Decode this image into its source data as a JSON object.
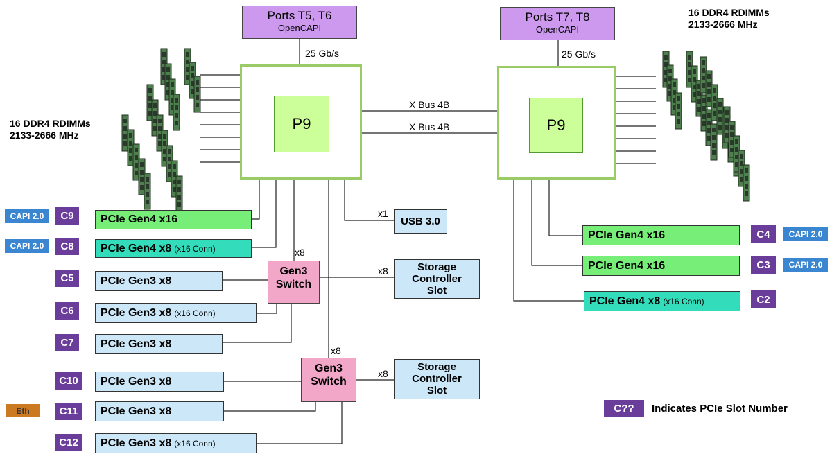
{
  "ports": [
    {
      "title": "Ports T5, T6",
      "sub": "OpenCAPI"
    },
    {
      "title": "Ports T7, T8",
      "sub": "OpenCAPI"
    }
  ],
  "link_speed": [
    "25 Gb/s",
    "25 Gb/s"
  ],
  "cpus": [
    "P9",
    "P9"
  ],
  "xbus": [
    "X Bus 4B",
    "X Bus 4B"
  ],
  "memory": {
    "left": [
      "16 DDR4 RDIMMs",
      "2133-2666 MHz"
    ],
    "right": [
      "16 DDR4 RDIMMs",
      "2133-2666 MHz"
    ]
  },
  "slots": [
    {
      "id": "C9",
      "label": "PCIe Gen4 x16",
      "sub": "",
      "tag": "CAPI 2.0"
    },
    {
      "id": "C8",
      "label": "PCIe Gen4 x8",
      "sub": "(x16 Conn)",
      "tag": "CAPI 2.0"
    },
    {
      "id": "C5",
      "label": "PCIe Gen3 x8",
      "sub": "",
      "tag": ""
    },
    {
      "id": "C6",
      "label": "PCIe Gen3 x8",
      "sub": "(x16 Conn)",
      "tag": ""
    },
    {
      "id": "C7",
      "label": "PCIe Gen3 x8",
      "sub": "",
      "tag": ""
    },
    {
      "id": "C10",
      "label": "PCIe Gen3 x8",
      "sub": "",
      "tag": ""
    },
    {
      "id": "C11",
      "label": "PCIe Gen3 x8",
      "sub": "",
      "tag": "Eth"
    },
    {
      "id": "C12",
      "label": "PCIe Gen3 x8",
      "sub": "(x16 Conn)",
      "tag": ""
    },
    {
      "id": "C4",
      "label": "PCIe Gen4 x16",
      "sub": "",
      "tag": "CAPI 2.0"
    },
    {
      "id": "C3",
      "label": "PCIe Gen4 x16",
      "sub": "",
      "tag": "CAPI 2.0"
    },
    {
      "id": "C2",
      "label": "PCIe Gen4 x8",
      "sub": "(x16 Conn)",
      "tag": ""
    }
  ],
  "switches": [
    {
      "l1": "Gen3",
      "l2": "Switch"
    },
    {
      "l1": "Gen3",
      "l2": "Switch"
    }
  ],
  "usb": {
    "label": "USB 3.0",
    "width": "x1"
  },
  "storage": [
    {
      "l1": "Storage",
      "l2": "Controller",
      "l3": "Slot",
      "width": "x8"
    },
    {
      "l1": "Storage",
      "l2": "Controller",
      "l3": "Slot",
      "width": "x8"
    }
  ],
  "switch_uplink": [
    "x8",
    "x8"
  ],
  "legend": {
    "badge": "C??",
    "text": "Indicates PCIe Slot Number"
  },
  "colors": {
    "cpu_border": "#99cc66",
    "cpu_core": "#ccff99",
    "port": "#cc99ee",
    "gen4_slot": "#77ee77",
    "gen4_conn_slot": "#33ddbb",
    "gen3_slot": "#cce8f8",
    "slot_number": "#6a3d9a",
    "capi_tag": "#3a86d0",
    "eth_tag": "#cc7a22",
    "switch": "#f3a7c8"
  }
}
